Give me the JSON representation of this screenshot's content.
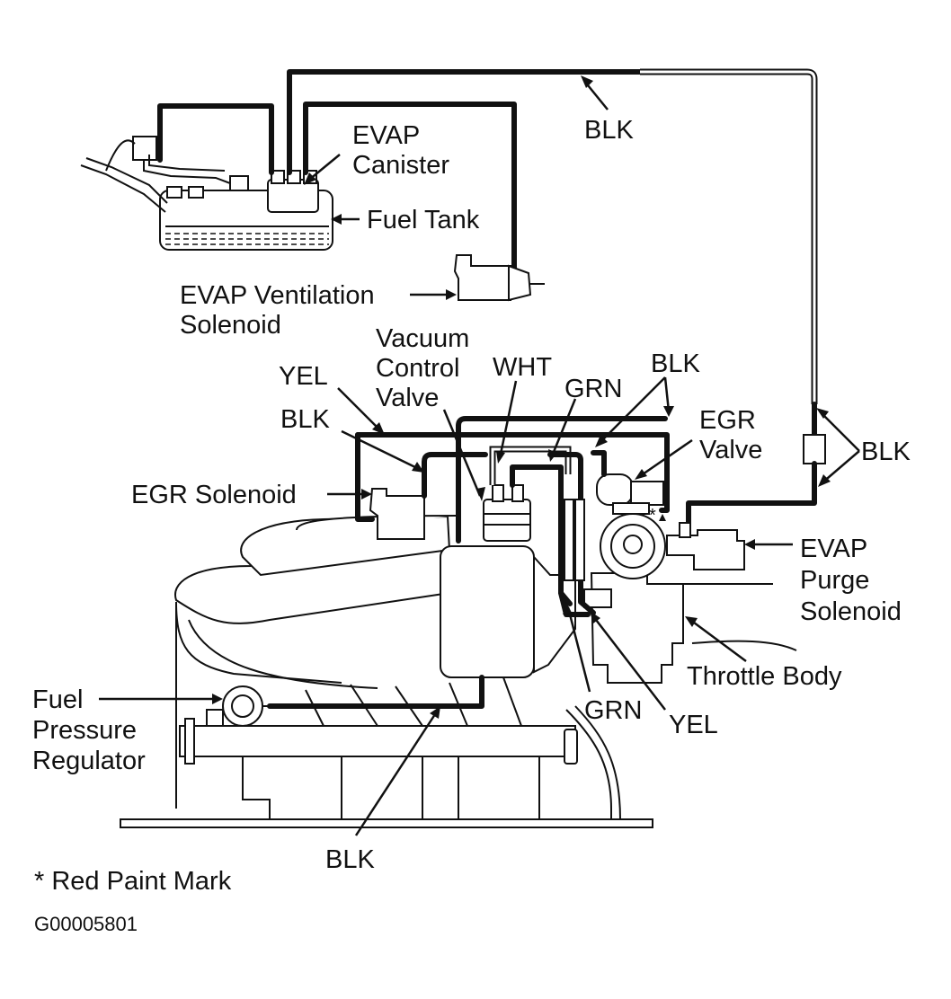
{
  "labels": {
    "evap_canister": [
      "EVAP",
      "Canister"
    ],
    "fuel_tank": "Fuel Tank",
    "blk_top": "BLK",
    "evap_ventilation_solenoid": [
      "EVAP Ventilation",
      "Solenoid"
    ],
    "vacuum_control_valve": [
      "Vacuum",
      "Control",
      "Valve"
    ],
    "wht": "WHT",
    "yel_left": "YEL",
    "blk_left": "BLK",
    "grn_top": "GRN",
    "blk_mid": "BLK",
    "egr_valve": [
      "EGR",
      "Valve"
    ],
    "blk_right": "BLK",
    "egr_solenoid": "EGR Solenoid",
    "evap_purge_solenoid": [
      "EVAP",
      "Purge",
      "Solenoid"
    ],
    "throttle_body": "Throttle Body",
    "fuel_pressure_regulator": [
      "Fuel",
      "Pressure",
      "Regulator"
    ],
    "grn_bottom": "GRN",
    "yel_bottom": "YEL",
    "blk_bottom": "BLK",
    "red_paint_mark_symbol": "*",
    "footnote": "* Red Paint Mark",
    "figure_code": "G00005801"
  }
}
